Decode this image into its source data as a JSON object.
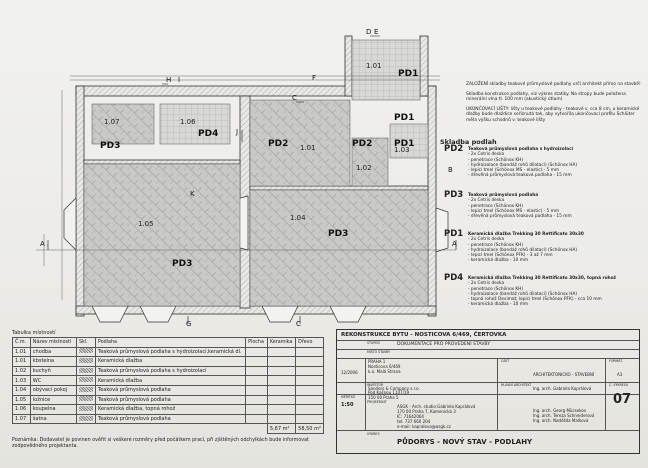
{
  "rooms": {
    "pd1": "PD1",
    "pd2": "PD2",
    "pd3": "PD3",
    "pd4": "PD4",
    "r101": "1.01",
    "r102": "1.02",
    "r103": "1.03",
    "r104": "1.04",
    "r105": "1.05",
    "r106": "1.06",
    "r107": "1.07"
  },
  "section_marks": {
    "a": "A",
    "b": "B",
    "c": "C",
    "d": "D",
    "e": "E",
    "f": "F",
    "g": "G",
    "h": "H",
    "i": "I",
    "j": "J",
    "k": "K"
  },
  "notes": {
    "p1": "ZALOŽENÍ skladby teakové průmyslové podlahy určí architekt přímo na stavbě!",
    "p2": "Skladba konstrukce podlahy, viz výkres statiky. Na stropy bude položena minerální vlna tl. 100 mm (akustický útlum)",
    "p3": "UKONČOVACÍ LIŠTY: lišty u teakové podlahy - teakové v. cca 8 cm, u keramické dlažby bude dlaždice seříznutá tak, aby vytvořila ukončovací profilu Schlüter měla výšku schodnů v. teakové lišty"
  },
  "composition": {
    "title": "Skladba podlah",
    "items": [
      {
        "code": "PD2",
        "heading": "Teaková průmyslová podlaha s hydroizolací",
        "lines": [
          "- 2x Cetris deska",
          "- penetrace (Schönox KH)",
          "- hydroizolace (bandáž rohů dilatací) (Schönox HA)",
          "- lepicí tmel (Schönox MS - elastic) - 5 mm",
          "- dřevěná průmyslová teaková podlaha - 15 mm"
        ]
      },
      {
        "code": "PD3",
        "heading": "Teaková průmyslová podlaha",
        "lines": [
          "- 2x Cetris deska",
          "- penetrace (Schönox KH)",
          "- lepicí tmel (Schönox MS - elastic) - 5 mm",
          "- dřevěná průmyslová teaková podlaha - 15 mm"
        ]
      },
      {
        "code": "PD1",
        "heading": "Keramická dlažba Trekking 30 Rettificato 30x30",
        "lines": [
          "- 2x Cetris deska",
          "- penetrace (Schönox KH)",
          "- hydroizolace (bandáž rohů dilatací) (Schönox HA)",
          "- lepicí tmel (Schönox PFK) - 3 až 7 mm",
          "- keramická dlažba - 10 mm"
        ]
      },
      {
        "code": "PD4",
        "heading": "Keramická dlažba Trekking 30 Rettificato 30x30, topná rohož",
        "lines": [
          "- 2x Cetris deska",
          "- penetrace (Schönox KH)",
          "- hydroizolace (bandáž rohů dilatací) (Schönox HA)",
          "- topná rohož Devimat; lepicí tmel (Schönox PFK) - cca 10 mm",
          "- keramická dlažba - 10 mm"
        ]
      }
    ]
  },
  "room_table": {
    "caption": "Tabulka místností",
    "headers": [
      "Č.m.",
      "Název místnosti",
      "Skl.",
      "Podlaha",
      "Plocha",
      "Keramika",
      "Dřevo"
    ],
    "rows": [
      {
        "num": "1.01",
        "name": "chodba",
        "floor": "Teaková průmyslová podlaha s hydroizolací,keramická dl."
      },
      {
        "num": "1.01",
        "name": "kbstelna",
        "floor": "Keramická dlažba"
      },
      {
        "num": "1.02",
        "name": "kuchyň",
        "floor": "Teaková průmyslová podlaha s hydroizolací"
      },
      {
        "num": "1.03",
        "name": "WC",
        "floor": "Keramická dlažba"
      },
      {
        "num": "1.04",
        "name": "obývací pokoj",
        "floor": "Teaková průmyslová podlaha"
      },
      {
        "num": "1.05",
        "name": "ložnice",
        "floor": "Teaková průmyslová podlaha"
      },
      {
        "num": "1.06",
        "name": "koupelna",
        "floor": "Keramická dlažba, topná rohož"
      },
      {
        "num": "1.07",
        "name": "šatna",
        "floor": "Teaková průmyslová podlaha"
      }
    ],
    "total_ceramic": "5,67 m²",
    "total_wood": "58,50 m²"
  },
  "footnote": "Poznámka: Dodavatel je povinen ověřit si veškeré rozměry před počátkem prací, při zjištěných odchylkách bude informovat zodpovědného projektanta.",
  "title_block": {
    "project": "REKONSTRUKCE BYTU - NOSTICOVA 6/469, ČERTOVKA",
    "stage_label": "STUPEŇ",
    "stage": "DOKUMENTACE PRO PROVEDENÍ STAVBY",
    "place_label": "MÍSTO STAVBY",
    "place": "PRAHA 1",
    "address_1": "Nosticova 6/469",
    "address_2": "k.ú. Malá Strana",
    "date": "12/2006",
    "part_label": "ČÁST",
    "part": "ARCHITEKTONICKO - STAVEBNÍ",
    "format_label": "FORMÁT",
    "format": "A3",
    "sheet_label": "Č. VÝKRESU",
    "sheet": "07",
    "scale_label": "MĚŘÍTKO",
    "scale": "1:50",
    "investor_label": "INVESTOR",
    "investor_1": "Sanders & Company s.r.o.",
    "investor_2": "Pod Kašnou 1107/19",
    "investor_3": "150 00 Praha 5",
    "architect_label": "HLAVNÍ ARCHITEKT",
    "architect": "Ing. arch. Gabriela Kaprálová",
    "designer_label": "PROJEKTANT",
    "designer_1": "ASGK - Arch. studio Gabriela Kaprálová",
    "designer_2": "170 00 Praha 7, Kamenická 3",
    "designer_3": "IČ: 71642064",
    "designer_4": "tel: 737 660 204",
    "designer_5": "e-mail: kapralova@asgk.cz",
    "team_1": "Ing. arch. Georg Mücsekov",
    "team_2": "Ing. arch. Tereza Schneiderová",
    "team_3": "Ing. arch. Naděžda Malková",
    "drawing_label": "VÝKRES",
    "drawing": "PŮDORYS - NOVÝ STAV - PODLAHY"
  }
}
